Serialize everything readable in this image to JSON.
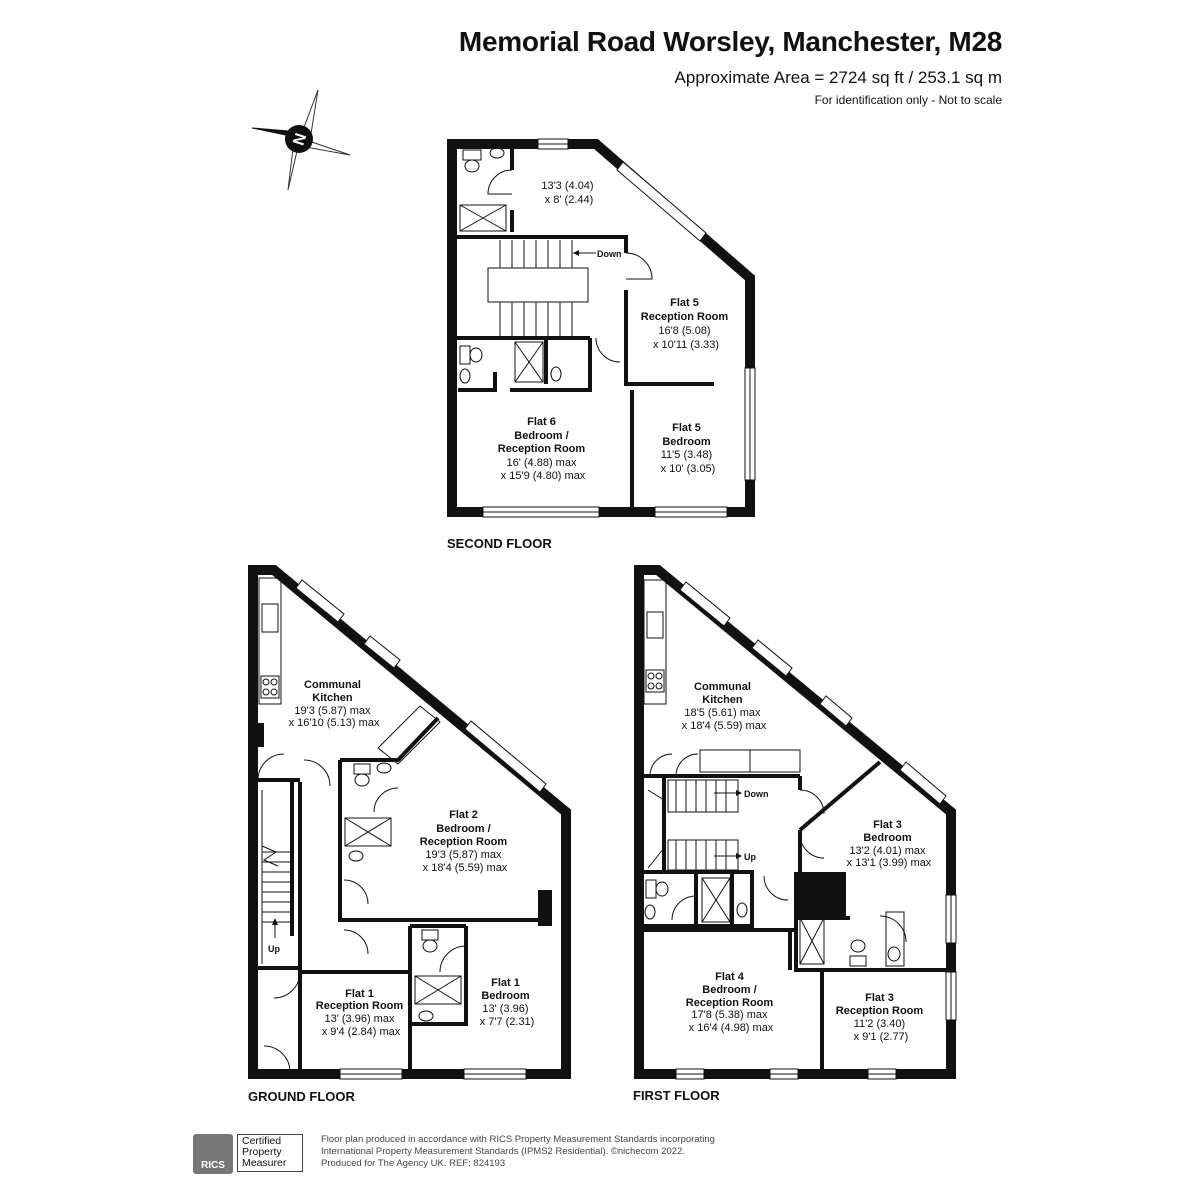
{
  "header": {
    "title": "Memorial Road Worsley, Manchester, M28",
    "area": "Approximate Area = 2724 sq ft / 253.1 sq m",
    "note": "For identification only - Not to scale"
  },
  "compass": {
    "letter": "N"
  },
  "floors": {
    "second": {
      "label": "SECOND FLOOR",
      "rooms": {
        "small_room": {
          "dim1": "13'3 (4.04)",
          "dim2": "x 8' (2.44)"
        },
        "flat5_reception": {
          "line1": "Flat 5",
          "line2": "Reception Room",
          "dim1": "16'8 (5.08)",
          "dim2": "x 10'11 (3.33)"
        },
        "flat6": {
          "line1": "Flat 6",
          "line2": "Bedroom /",
          "line3": "Reception Room",
          "dim1": "16' (4.88) max",
          "dim2": "x 15'9 (4.80) max"
        },
        "flat5_bedroom": {
          "line1": "Flat 5",
          "line2": "Bedroom",
          "dim1": "11'5 (3.48)",
          "dim2": "x 10' (3.05)"
        }
      },
      "stairs": {
        "down": "Down"
      }
    },
    "ground": {
      "label": "GROUND FLOOR",
      "rooms": {
        "kitchen": {
          "line1": "Communal",
          "line2": "Kitchen",
          "dim1": "19'3 (5.87) max",
          "dim2": "x 16'10 (5.13) max"
        },
        "flat2": {
          "line1": "Flat 2",
          "line2": "Bedroom /",
          "line3": "Reception Room",
          "dim1": "19'3 (5.87) max",
          "dim2": "x 18'4 (5.59) max"
        },
        "flat1_reception": {
          "line1": "Flat 1",
          "line2": "Reception Room",
          "dim1": "13' (3.96) max",
          "dim2": "x 9'4 (2.84) max"
        },
        "flat1_bedroom": {
          "line1": "Flat 1",
          "line2": "Bedroom",
          "dim1": "13' (3.96)",
          "dim2": "x 7'7 (2.31)"
        }
      },
      "stairs": {
        "up": "Up"
      }
    },
    "first": {
      "label": "FIRST FLOOR",
      "rooms": {
        "kitchen": {
          "line1": "Communal",
          "line2": "Kitchen",
          "dim1": "18'5 (5.61) max",
          "dim2": "x 18'4 (5.59) max"
        },
        "flat3_bedroom": {
          "line1": "Flat 3",
          "line2": "Bedroom",
          "dim1": "13'2 (4.01) max",
          "dim2": "x 13'1 (3.99) max"
        },
        "flat4": {
          "line1": "Flat 4",
          "line2": "Bedroom /",
          "line3": "Reception Room",
          "dim1": "17'8 (5.38) max",
          "dim2": "x 16'4 (4.98) max"
        },
        "flat3_reception": {
          "line1": "Flat 3",
          "line2": "Reception Room",
          "dim1": "11'2 (3.40)",
          "dim2": "x 9'1 (2.77)"
        }
      },
      "stairs": {
        "down": "Down",
        "up": "Up"
      }
    }
  },
  "footer": {
    "logo_text": "RICS",
    "certified": [
      "Certified",
      "Property",
      "Measurer"
    ],
    "credits": [
      "Floor plan produced in accordance with RICS Property Measurement Standards incorporating",
      "International Property Measurement Standards (IPMS2 Residential).  ©nichecom 2022.",
      "Produced for The Agency UK.   REF:  824193"
    ]
  }
}
